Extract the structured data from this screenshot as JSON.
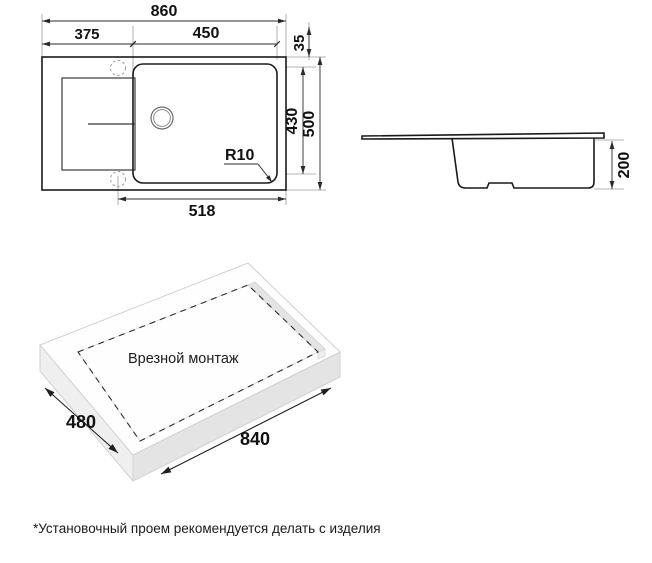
{
  "document": {
    "type": "technical-drawing",
    "subject": "kitchen-sink-dimension-sheet",
    "background_color": "#ffffff",
    "line_color": "#1a1a1a",
    "units": "mm"
  },
  "plan_view": {
    "name": "top-plan-view",
    "dimensions": {
      "overall_width": "860",
      "drainboard_width": "375",
      "bowl_width": "450",
      "rim_offset": "35",
      "bowl_depth": "430",
      "overall_depth": "500",
      "bowl_offset": "518"
    },
    "radius_label": "R10",
    "features": {
      "drain_hole": "drain-hole",
      "tap_hole_top": "tap-hole-marker-top",
      "tap_hole_bottom": "tap-hole-marker-bottom",
      "drainboard": "drainboard-area",
      "bowl": "sink-bowl"
    }
  },
  "section_view": {
    "name": "side-section-view",
    "dimensions": {
      "bowl_height": "200"
    }
  },
  "installation_view": {
    "name": "isometric-installation-view",
    "label": "Врезной монтаж",
    "dimensions": {
      "cutout_depth": "480",
      "cutout_width": "840"
    }
  },
  "footnote": {
    "text": "*Установочный проем рекомендуется делать с изделия"
  }
}
